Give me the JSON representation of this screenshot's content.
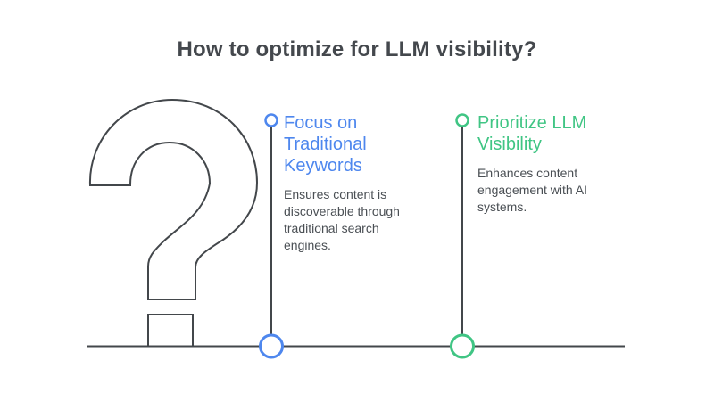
{
  "page": {
    "title": "How to optimize for LLM visibility?"
  },
  "colors": {
    "blue": "#4e87ee",
    "green": "#40c584",
    "line": "#43474b",
    "heading-dark": "#44484d",
    "body": "#4a4f54"
  },
  "graphics": {
    "question_mark_glyph": "?"
  },
  "milestones": [
    {
      "accent": "#4e87ee",
      "heading_lines": [
        "Focus on",
        "Traditional",
        "Keywords"
      ],
      "description_lines": [
        "Ensures content is",
        "discoverable through",
        "traditional search",
        "engines."
      ]
    },
    {
      "accent": "#40c584",
      "heading_lines": [
        "Prioritize LLM",
        "Visibility"
      ],
      "description_lines": [
        "Enhances content",
        "engagement with AI",
        "systems."
      ]
    }
  ]
}
